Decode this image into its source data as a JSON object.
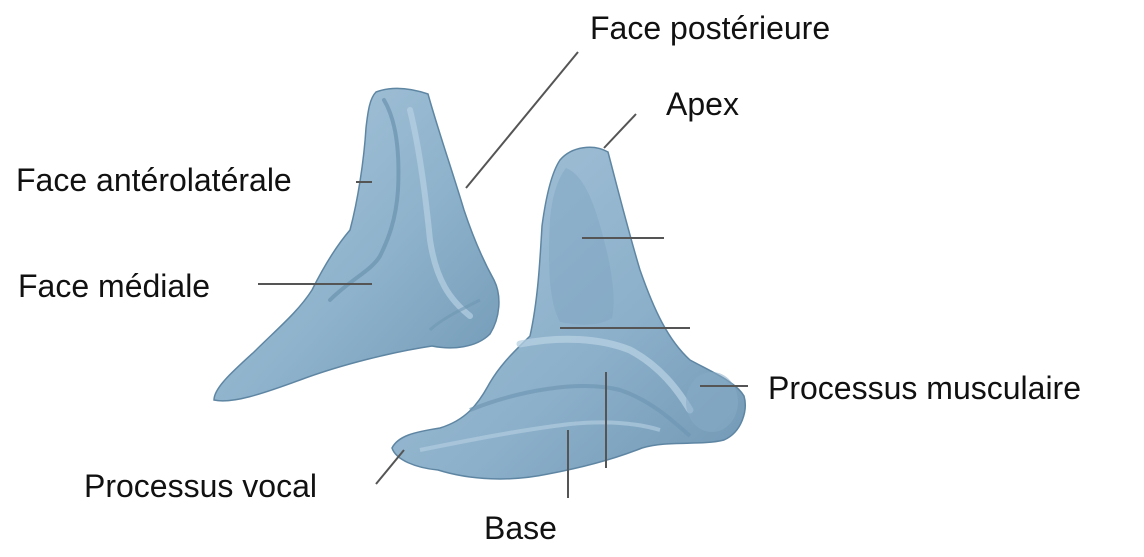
{
  "labels": {
    "face_posterieure": "Face postérieure",
    "apex": "Apex",
    "face_anterolaterale": "Face antérolatérale",
    "face_mediale": "Face médiale",
    "processus_musculaire": "Processus musculaire",
    "processus_vocal": "Processus vocal",
    "base": "Base"
  },
  "colors": {
    "cartilage_fill": "#8fb3cc",
    "cartilage_shadow": "#6f97b3",
    "cartilage_highlight": "#b7d0e2",
    "cartilage_outline": "#5e86a3",
    "leader_line": "#555555"
  }
}
